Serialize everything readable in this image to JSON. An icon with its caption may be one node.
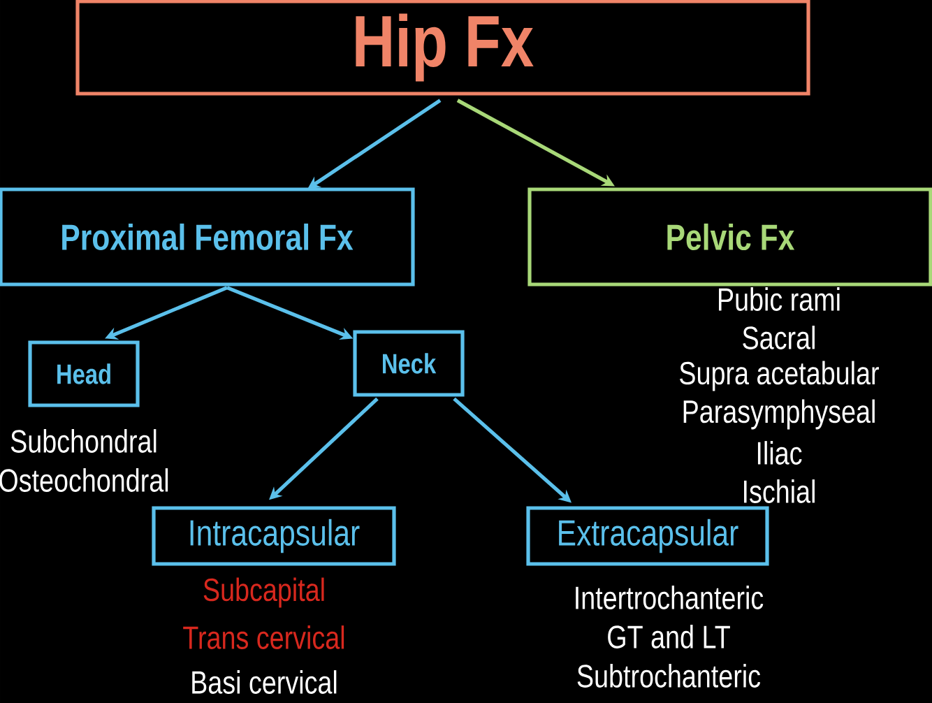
{
  "diagram": {
    "nodes": [
      {
        "text": [
          "Hip Fx"
        ]
      },
      {
        "text": [
          "Proximal Femoral Fx"
        ]
      },
      {
        "text": [
          "Pelvic Fx"
        ],
        "beside": [
          "Pubic rami",
          "Sacral",
          "Supra acetabular",
          "Parasymphyseal",
          "Iliac",
          "Ischial"
        ]
      },
      {
        "text": [
          "Head"
        ],
        "beside": [
          "Subchondral",
          "Osteochondral"
        ]
      },
      {
        "text": [
          "Neck"
        ]
      },
      {
        "text": [
          "Intracapsular"
        ],
        "beside": [
          "Subcapital",
          "Trans cervical",
          "Basi cervical"
        ]
      },
      {
        "text": [
          "Extracapsular"
        ],
        "beside": [
          "Intertrochanteric",
          "GT and LT",
          "Subtrochanteric"
        ]
      }
    ],
    "edges": [
      {
        "from": 0,
        "to": 1,
        "arrow": "to"
      },
      {
        "from": 0,
        "to": 2,
        "arrow": "to",
        "color": "#a8d878"
      },
      {
        "from": 1,
        "to": 3,
        "arrow": "to"
      },
      {
        "from": 1,
        "to": 4,
        "arrow": "to"
      },
      {
        "from": 4,
        "to": 5,
        "arrow": "to"
      },
      {
        "from": 4,
        "to": 6,
        "arrow": "to"
      }
    ]
  }
}
